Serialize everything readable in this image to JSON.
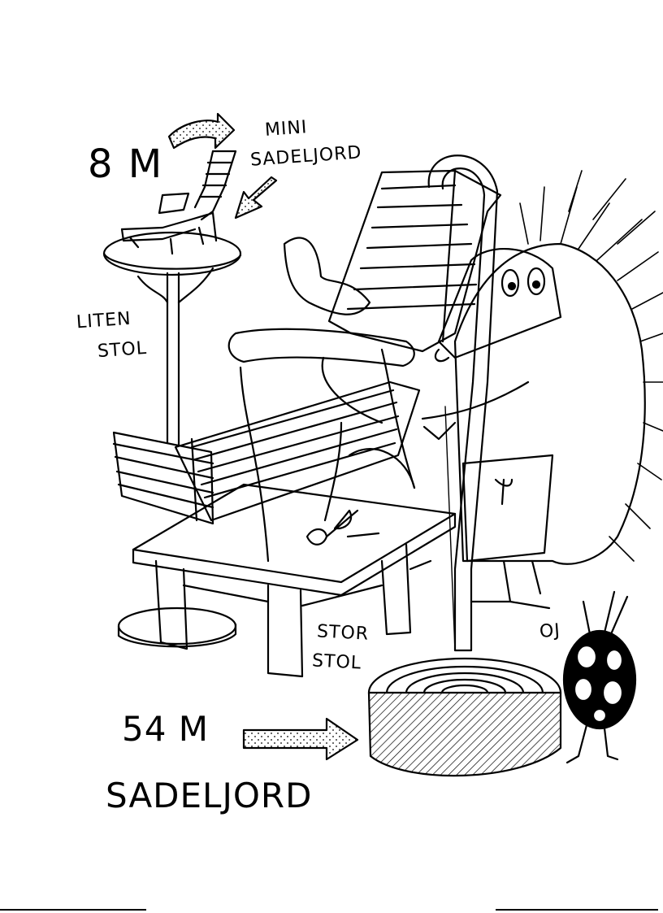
{
  "labels": {
    "top_distance": "8 M",
    "mini_line1": "MINI",
    "mini_line2": "SADELJORD",
    "liten_line1": "LITEN",
    "liten_line2": "STOL",
    "stor_line1": "STOR",
    "stor_line2": "STOL",
    "exclaim": "OJ",
    "bottom_distance": "54 M",
    "bottom_name": "SADELJORD"
  },
  "colors": {
    "ink": "#000000",
    "paper": "#ffffff"
  },
  "icons": [
    "arrow-right-icon",
    "arrow-down-left-icon",
    "arrow-right-long-icon"
  ]
}
